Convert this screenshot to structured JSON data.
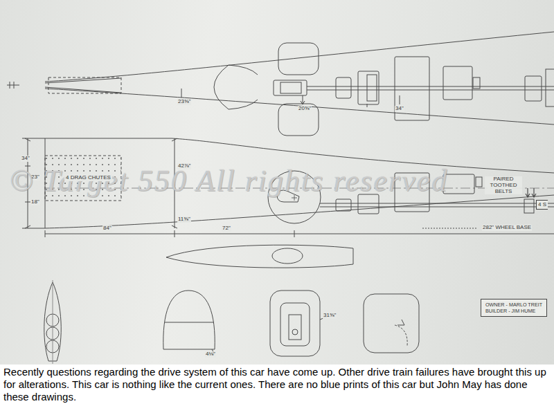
{
  "diagram": {
    "caption": "Recently questions regarding the drive system of this car have come up. Other drive train failures have brought this up for alterations. This car is nothing like the current ones. There are no blue prints of this car but John May has done these drawings.",
    "nodes": [
      {
        "text": [
          "4 DRAG CHUTES"
        ]
      },
      {
        "text": [
          "4 S"
        ]
      },
      {
        "text": [
          "OWNER - MARLO TREIT",
          "BUILDER - JIM HUME"
        ]
      }
    ],
    "labels": [
      "23⅝\"",
      "20⅝\"",
      "34\"",
      "34\"",
      "42⅞\"",
      "23\"",
      "PAIRED TOOTHED BELTS",
      "18\"",
      "11⅝\"",
      "84\"",
      "72\"",
      "282\" WHEEL BASE",
      "4⅛\"",
      "31⅝\"",
      "© Target 550   All rights reserved"
    ]
  }
}
